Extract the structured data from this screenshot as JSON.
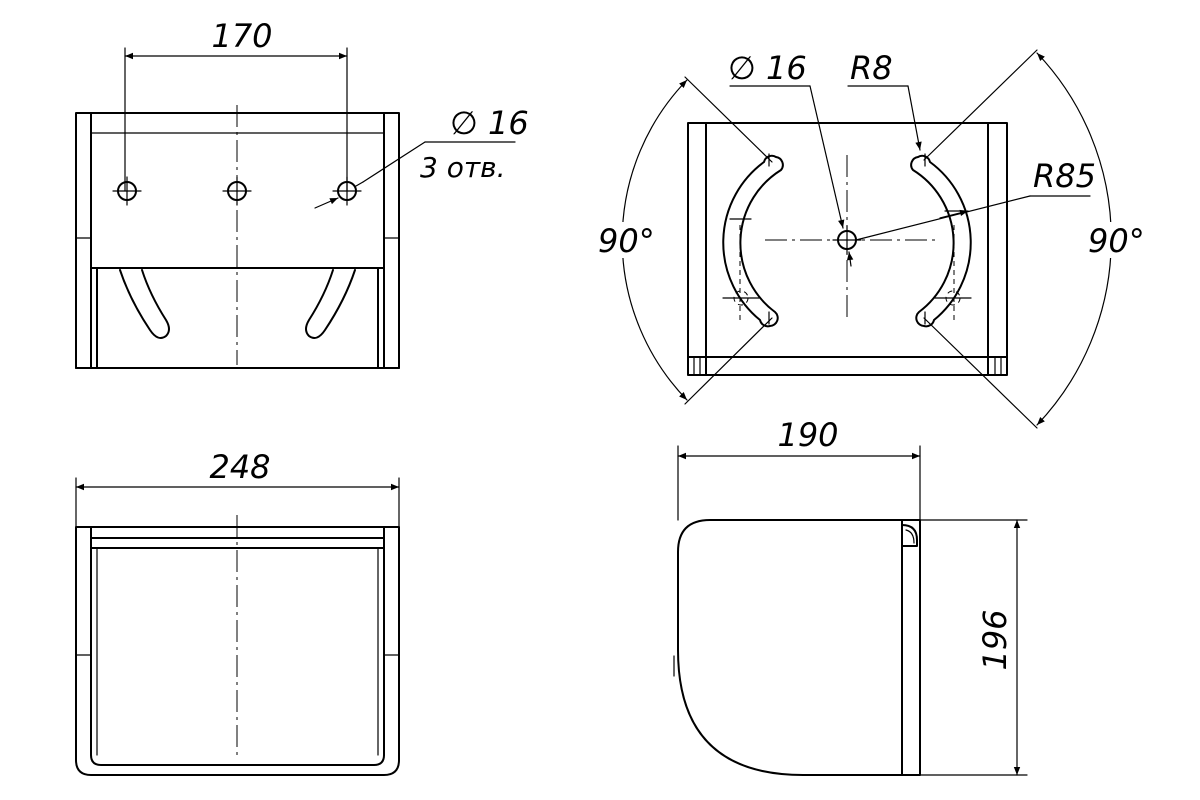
{
  "front_view": {
    "dim_hole_spacing": "170",
    "hole_diameter": "∅ 16",
    "hole_count": "3 отв."
  },
  "bottom_view": {
    "dim_width": "248"
  },
  "side_view": {
    "dim_depth": "190",
    "dim_height": "196"
  },
  "top_view": {
    "hole_diameter": "∅ 16",
    "slot_radius": "R8",
    "arc_radius": "R85",
    "angle_left": "90°",
    "angle_right": "90°"
  }
}
